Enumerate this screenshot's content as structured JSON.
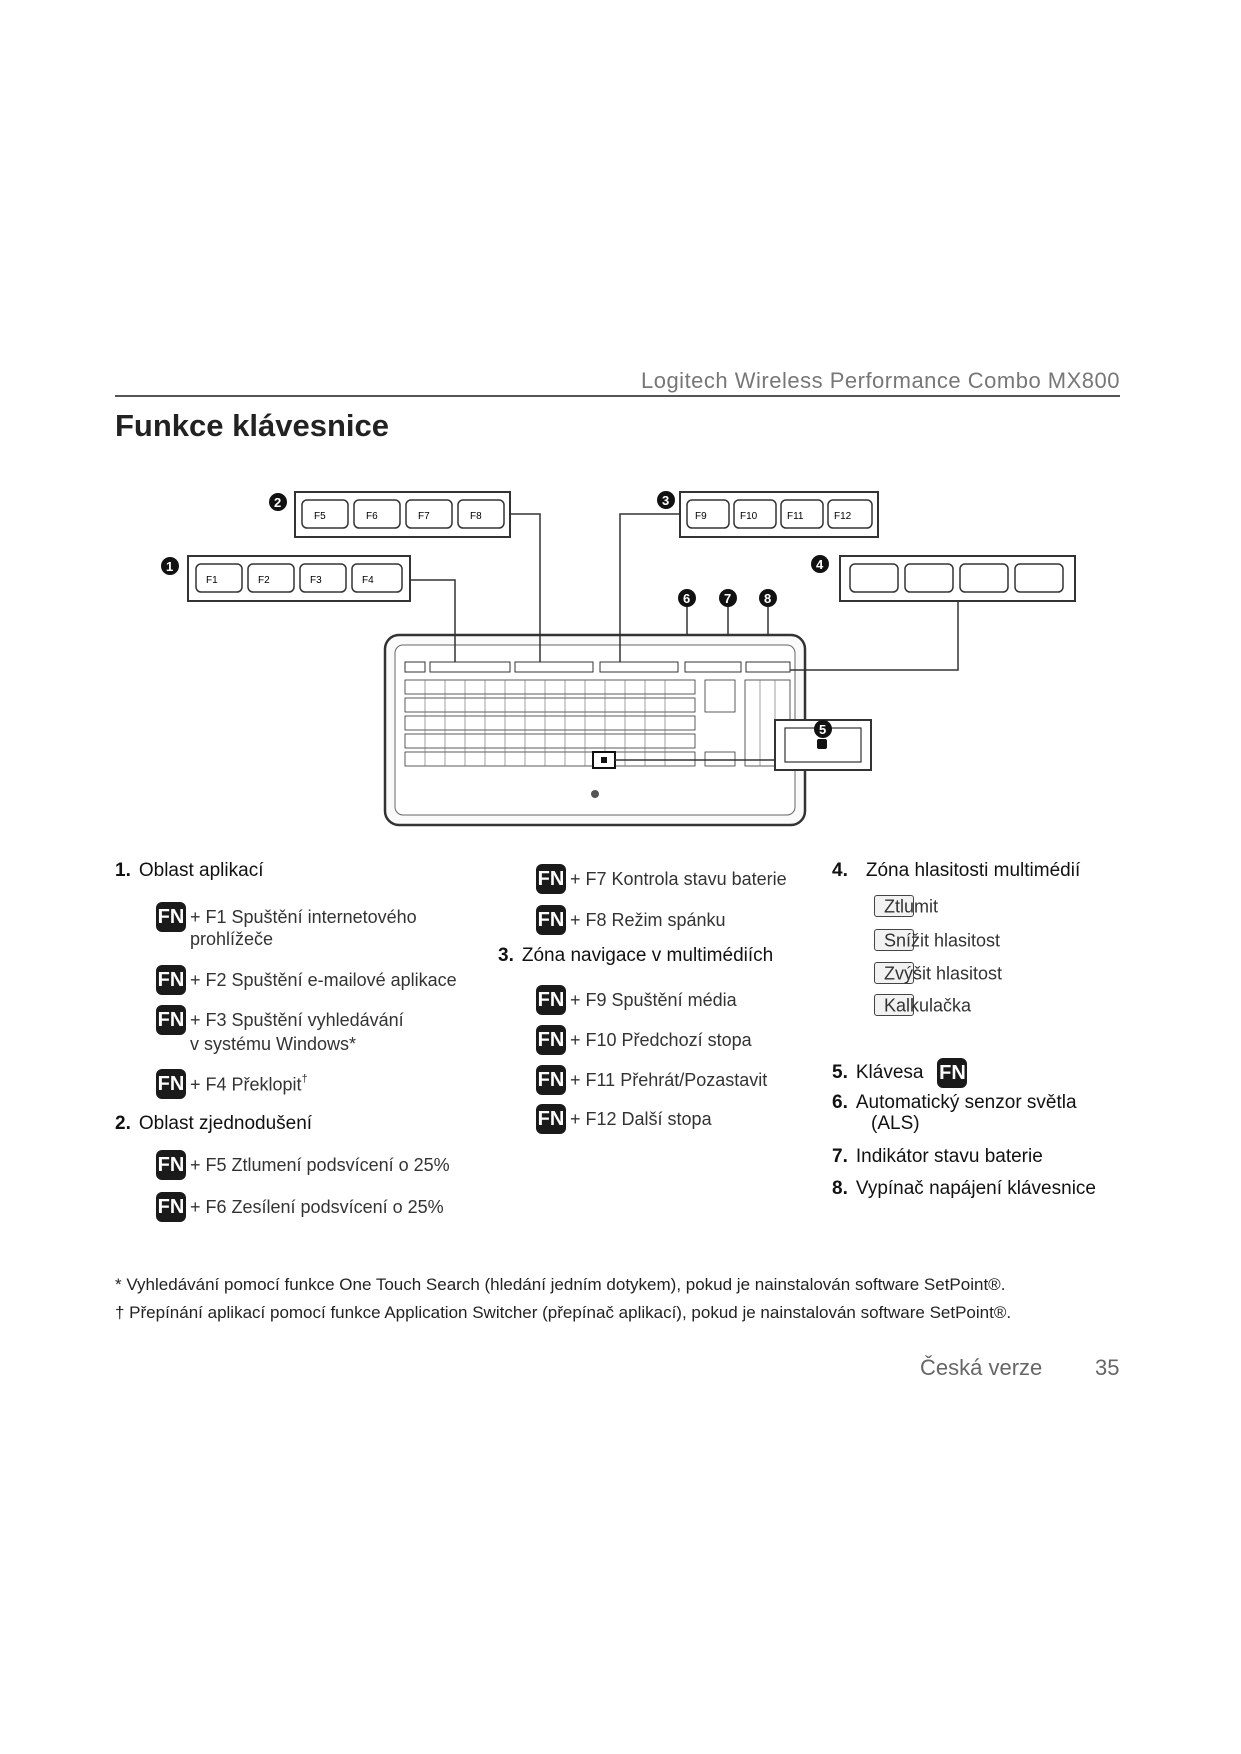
{
  "header": {
    "product_title": "Logitech Wireless Performance Combo MX800",
    "page_heading": "Funkce klávesnice"
  },
  "diagram": {
    "callouts": [
      "1",
      "2",
      "3",
      "4",
      "5",
      "6",
      "7",
      "8"
    ],
    "group1_keys": [
      "F1",
      "F2",
      "F3",
      "F4"
    ],
    "group2_keys": [
      "F5",
      "F6",
      "F7",
      "F8"
    ],
    "group3_keys": [
      "F9",
      "F10",
      "F11",
      "F12"
    ],
    "fn_key_label": "FN"
  },
  "col1": {
    "s1_num": "1.",
    "s1_title": "Oblast aplikací",
    "f1a": "+ F1 Spuštění internetového",
    "f1b": "prohlížeče",
    "f2": "+ F2 Spuštění e-mailové aplikace",
    "f3a": "+ F3 Spuštění vyhledávání",
    "f3b": "v systému Windows*",
    "f4": "+ F4 Překlopit",
    "f4_mark": "†",
    "s2_num": "2.",
    "s2_title": "Oblast zjednodušení",
    "f5": "+ F5 Ztlumení podsvícení o 25%",
    "f6": "+ F6 Zesílení podsvícení o 25%"
  },
  "col2": {
    "f7": "+ F7 Kontrola stavu baterie",
    "f8": "+ F8 Režim spánku",
    "s3_num": "3.",
    "s3_title": "Zóna navigace v multimédiích",
    "f9": "+ F9 Spuštění média",
    "f10": "+ F10 Předchozí stopa",
    "f11": "+ F11 Přehrát/Pozastavit",
    "f12": "+ F12 Další stopa"
  },
  "col3": {
    "s4_num": "4.",
    "s4_title": "Zóna hlasitosti multimédií",
    "v1": "Ztlumit",
    "v2": "Snížit hlasitost",
    "v3": "Zvýšit hlasitost",
    "v4": "Kalkulačka",
    "s5_num": "5.",
    "s5_title": "Klávesa",
    "s6_num": "6.",
    "s6_title_a": "Automatický senzor světla",
    "s6_title_b": "(ALS)",
    "s7_num": "7.",
    "s7_title": "Indikátor stavu baterie",
    "s8_num": "8.",
    "s8_title": "Vypínač napájení klávesnice"
  },
  "footnotes": {
    "n1": "* Vyhledávání pomocí funkce One Touch Search (hledání jedním dotykem), pokud je nainstalován software SetPoint®.",
    "n2": "† Přepínání aplikací pomocí funkce Application Switcher (přepínač aplikací), pokud je nainstalován software SetPoint®."
  },
  "page_footer": {
    "language": "Česká verze",
    "page_number": "35"
  }
}
